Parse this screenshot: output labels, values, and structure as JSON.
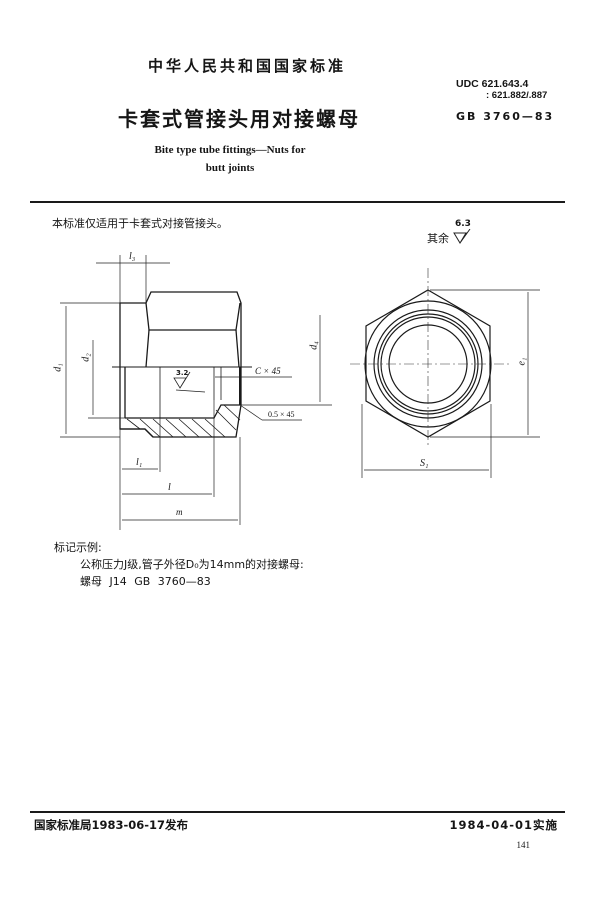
{
  "header": {
    "national_standard": "中华人民共和国国家标准",
    "title_cn": "卡套式管接头用对接螺母",
    "title_en_line1": "Bite type tube fittings—Nuts for",
    "title_en_line2": "butt joints",
    "udc_line1": "UDC  621.643.4",
    "udc_line2": ": 621.882/.887",
    "gb_code": "GB 3760—83"
  },
  "body": {
    "scope": "本标准仅适用于卡套式对接管接头。",
    "roughness_label": "其余",
    "roughness_value": "6.3",
    "drawing": {
      "dims": {
        "l3": "l₃",
        "d1": "d₁",
        "d2": "d₂",
        "d4": "d₄",
        "roughness_inner": "3.2",
        "chamfer_c": "C × 45",
        "chamfer_05": "0.5 × 45",
        "l1": "l₁",
        "l": "l",
        "m": "m",
        "s1": "S₁",
        "e1": "e₁"
      }
    },
    "example_title": "标记示例:",
    "example_desc": "公称压力J级,管子外径D₀为14mm的对接螺母:",
    "example_mark": "螺母   J14   GB 3760—83"
  },
  "footer": {
    "issued": "国家标准局1983-06-17发布",
    "effective": "1984-04-01实施",
    "page_number": "141"
  }
}
